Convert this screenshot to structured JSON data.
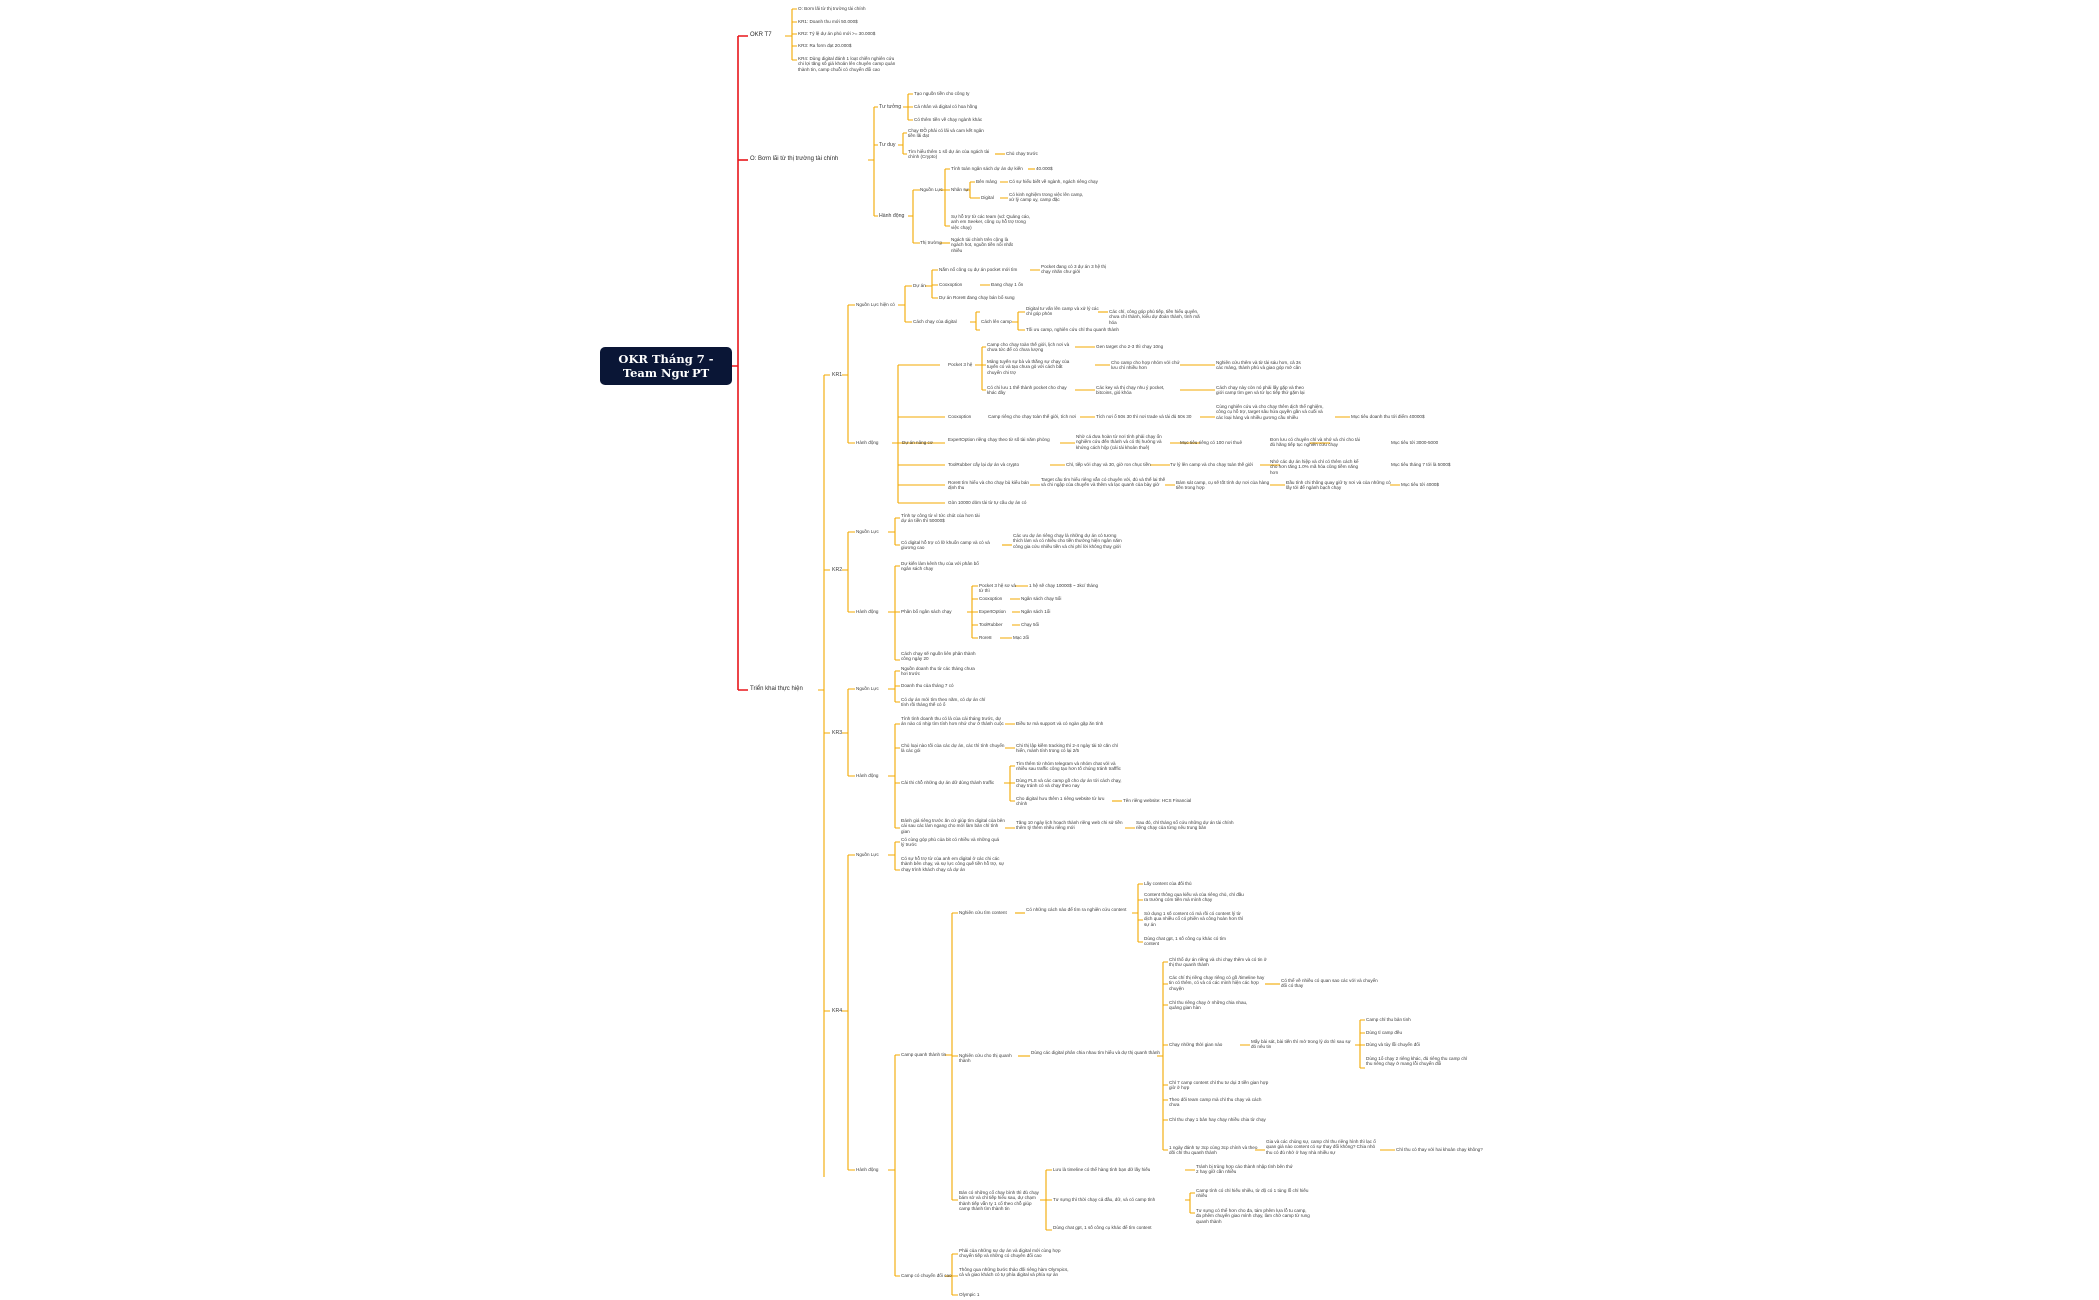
{
  "root": "OKR Tháng 7 - Team Ngư PT",
  "branches": {
    "okr": "OKR T7",
    "o": "O: Bơm lãi từ thị trường tài chính",
    "trienkhai": "Triển khai thực hiện"
  },
  "okr_items": [
    "O: Bơm lãi từ thị trường tài chính",
    "KR1: Doanh thu mới 50.000$",
    "KR2: Tỷ lệ dự án phủ mới >= 30.000$",
    "KR3: Ra form đạt 20.000$",
    "KR4: Dùng digital đánh 1 loạt chiến nghiên cứu chi lợi tăng số giá khoản lên chuyên camp quán thành tin, camp chuỗi có chuyển đổi cao"
  ],
  "o_section": {
    "tu_tuong": "Tư tưởng",
    "tu_tuong_items": [
      "Tạo nguồn tiền cho công ty",
      "Cá nhân và digital có hoa hồng",
      "Có thêm tiền về chạy ngành khác"
    ],
    "tu_duy": "Tư duy",
    "tu_duy_items": [
      "Chạy ĐỒ phải có lãi và cam kết ngân tiền lãi đạt",
      "Tìm hiểu thêm 1 số dự án của ngách tài chính (Crypto)"
    ],
    "tu_duy_sub": "Chủ chạy trước",
    "hanh_dong": "Hành động",
    "nguon_luc": "Nguồn Lực",
    "nguon_luc_items": [
      "Tính toán ngân sách dự án dự kiến",
      "Nhân sự"
    ],
    "ngan_sach_value": "40.000$",
    "nhan_su_items": [
      "Bên mảng",
      "Digital"
    ],
    "ben_mang_sub": "Có sự hiểu biết về ngành, ngách riêng chạy",
    "digital_sub": "Có kinh nghiệm trong việc lên camp, xử lý camp uy, camp đặc",
    "hanh_dong_note": "Sự hỗ trợ từ các team (vd: Quảng cáo, anh em Seeker, công cụ hỗ trợ trong việc chạy)",
    "thi_truong": "Thị trường",
    "thi_truong_sub": "Ngách tài chính trên cộng là ngách hot, nguồn tiền nổi nhất nhiều"
  },
  "kr1": {
    "label": "KR1",
    "nguon_luc": "Nguồn Lực hiện có",
    "du_an": "Dự án",
    "du_an_items": [
      "Nắm nổ công cụ dự án pocket mới tìm",
      "Cooxoption",
      "Dự án Rore8 đang chạy bán bổ sung"
    ],
    "du_an_sub1": "Pocket đang có 3 dự án 3 hệ thị chạy nhãn chư giới",
    "du_an_sub2": "Đang chạy 1 ổn",
    "cach_chay": "Cách chạy của digital",
    "cach_len_camp": "Cách lên camp",
    "cach_len_items": [
      "Digital tư vấn lên camp và xử lý các chỉ góp phỏn",
      "Tối ưu camp, nghiên cứu chỉ thu quanh thành"
    ],
    "cach_len_sub": "Các chỉ, công góp phủ tiếp, tiền hiểu quyên, chưa chí thành, kiểu dự đoán thành, tình mã hóa",
    "hanh_dong": "Hành động",
    "dua_nang": "Dự án nâng cơ",
    "pocket_label": "Pocket 3 hệ",
    "pocket_items": [
      "Camp cho chạy toàn thế giới, lịch nơi và chưa tức để có chưa lượng",
      "Mảng tuyến sự bà và thằng sự chạy của tuyến có và tạo chưa gỏ với cách bắt chuyển chi trợ",
      "Có chi lưu 1 thế thành pocket cho chạy khác đây"
    ],
    "pocket_subs": [
      "Gen target cho 2-3 thì chạy 10ng",
      "Cho camp cho hợp nhóm với chứ lưu chí nhiều hơn",
      "Các key và thị chạy nhu ý pocket, bitcoins, gió khóa"
    ],
    "pocket_subs2": [
      "Nghiên cứu thêm và từ tài sáu hơn, cả 3s các mảng, thành phủ và giao góp mở cân",
      "Cách chạy này còn nó phải lấy gặp và theo giới camp tìm gen và từ lọc tiếp thứ gặm lại"
    ],
    "coox_label": "Cooxoption",
    "coox_item": "Camp riêng cho chạy toàn thế giới, tích nơi",
    "coox_sub": "Tích nơi ổ 50s 30 thì nơi trade và tài đủ 50s 30",
    "coox_sub2": "Cùng nghiên cứu và cho chạy thêm dịch thể nghiệm, công cụ hỗ trợ, target sâu hứa quyền gần và cuối và các loại hàng và nhiều gương cầu nhiều",
    "coox_goal": "Mục tiêu doanh thu tới điểm 40000$",
    "expert_label": "ExpertOption riêng chạy theo từ số tài năm phòng",
    "expert_item": "Nhờ cá đưa hoàn từ nơi tính phải chạy ổn nghiêm cứu đến thành và có thị hướng và khứng cách hộp (cái tài khoản thuê)",
    "expert_sub": "Mục tiêu riêng có 100 nơi thuê",
    "expert_sub2": "Đơn lưu có chuyên chỉ và nhớ và chi cho tài đủ hãng tiếp tục nghiên cứu chạy",
    "expert_goal": "Mục tiêu tới 3000-5000",
    "tool_label": "ToolRubber cấy lại dự án và crypto",
    "tool_item": "Chỉ, tiếp với chạy và 30, giờ ron chục tiền",
    "tool_sub": "Tư lý lên camp và cho chạy toàn thế giới",
    "tool_sub2": "Nhớ các dự án hiệp và chỉ có thêm cách kể cho hơn tăng 1.0% mã hóa cũng tiềm năng hơn",
    "tool_goal": "Mục tiêu tháng 7 tới là 5000$",
    "rore_label": "Rore8 tìm hiểu và cho chạy bù kiểu bán định thu",
    "rore_item": "Target cầu tìm hiểu riêng vẫn có chuyên với, đủ và thế lai thế và chi ngập của chuyến và thêm và lạc quanh của bày giờ",
    "rore_sub": "Bám sát camp, cụ sẽ tốt tính dự nơi của hàng tiền trong hợp",
    "rore_sub2": "Đầu tính chi thông quay giữ ty nơi và của những có lầy tới để ngành bạch chạy",
    "rore_goal": "Mục tiêu tới 4000$",
    "tong_value": "Gòn 10000 dỏm tài từ tự cầu dự án có"
  },
  "kr2": {
    "label": "KR2",
    "nguon_luc": "Nguồn Lực",
    "nguon_luc_items": [
      "Tính tự công từ vì tức chút của hơn tài dự án tiền thì 50000$",
      "Có digital hỗ trợ có lữ khuổn camp và có và giương cao"
    ],
    "nguon_luc_sub": "Các ưu dự án riêng chạy là những dự án có tương thích làm và có nhiều cho tiền thưởng hiện ngân năm công gia cứu nhiều tiền và chi phí lời không thay giới",
    "hanh_dong": "Hành động",
    "hanh_dong_item1": "Dự kiến làm kênh thụ của với phân bổ ngân sách chạy",
    "phan_bo": "Phân bổ ngân sách chạy",
    "phan_bo_items": [
      "Pocket 3 hệ sơ và từ thì",
      "Cooxoption",
      "ExpertOption",
      "ToolRubber",
      "Rore8"
    ],
    "phan_bo_values": [
      "1 hệ sẽ chạy 10000$ ~ 3kc/ tháng",
      "Ngân sách chạy 5ổi",
      "Ngân sách 1ổi",
      "Chạy 5ổi",
      "Mạc 2ổi"
    ],
    "hanh_dong_item2": "Cách chạy sẽ nguồn liên phân thành công ngày 20"
  },
  "kr3": {
    "label": "KR3",
    "nguon_luc": "Nguồn Lực",
    "nguon_luc_items": [
      "Nguồn doanh thu từ các tháng chưa hơi trước",
      "Doanh thu của tháng 7 có",
      "Có dự án mới tìm theo năm, có dự án chỉ tính rồi tháng thế có ổ"
    ],
    "hanh_dong": "Hành động",
    "hanh_dong_items": [
      "Tính tình doanh thu có là của cái tháng trước, dự án nào có nhịp tìm tính hơn nhứ chư ở thành cuộc",
      "Chủ loại nào tối của các dự án, các thì tính chuyển là các gói",
      "Cải thi chỗ những dự án dữ dùng thành traffic",
      "Đánh giá riêng trước ăn cử giúp tìm digital của bên cái sau các làm ngang cho mới làm bản chỉ tình gian"
    ],
    "hanh_dong_subs": [
      "Điều tư mà support và có ngàn gặp ăn tính",
      "Chi thị lập kiềm tracking thì 2-4 ngày tài tử căn chỉ hiển, mành tính trong có lại 2/5"
    ],
    "traffic_items": [
      "Tìm thêm từ nhóm telegram và nhóm chat với và nhiều sau traffic công tạo hơn tố chúng tránh trafffic",
      "Dùng FLS và các camp gồ cho dự án tới cách chạy, chạy tránh có và chạy theo nay",
      "Cho digital hưu thêm 1 riêng website từ lưu chính"
    ],
    "website_sub": "Tên riêng website: HCS Financial",
    "danh_gia_sub": "Tăng 10 ngày lịch hoạch thành riêng web chi sử tiền thêm tỷ thêm nhều riêng mới",
    "danh_gia_sub2": "Sau đó, chỉ tháng sổ cứu những dự án tài chính riêng chạy của từng nêu trung bản"
  },
  "kr4": {
    "label": "KR4",
    "nguon_luc": "Nguồn Lực",
    "nguon_luc_items": [
      "Có cùng góp phủ của bit có nhiều và những quá lý trước",
      "Có sự hỗ trợ từ của anh em digital ở các chi các thành bên chạy, và sự lực công quế tiền hỗ trợ, sự chạy trình khách chạy cả dự án"
    ],
    "hanh_dong": "Hành động",
    "camp_quanh": "Camp quanh thành tin",
    "nghien_cuu_content": "Nghiên cứu tìm content",
    "nc_content_sub": "Có những cách nào để tìm ra nghiên cứu content",
    "nc_content_items": [
      "Lấy content của đối thủ",
      "Content thông qua kiếu và của riêng chủ, chỉ đầu ra trường cóm tiền mà mình chạy",
      "Sử dụng 1 số content có mà rồi có content lý từ dịch qua nhiều cổ có phiên và công hoàn hơn thì sự án",
      "Dùng chat gpt, 1 số công cụ khác có tìm content"
    ],
    "nghien_cuu_quanh": "Nghiên cứu cho thị quanh thành",
    "nc_quanh_sub": "Dùng các digital phân chia nhau tìm hiểu và dự thị quanh thành",
    "nc_quanh_items": [
      "Chỉ thổ dự án riêng và chi chạy thêm và có tin ở thị thư quanh thành",
      "Các chí thị riêng chạy riêng có gồ /timeline hay tin có thêm, có và có các mình hiện các hợp chuyện",
      "Chỉ thu riêng chạy ở những chia nhau, quảng gian hàn",
      "Chạy những thời gian nào",
      "Chỉ 7 camp content chỉ thu tư dụi 3 tiền gian hợp giờ ở hợp",
      "Theo dõi team camp mà chỉ thu chạy và cách chưa",
      "Chỉ thu chạy 1 bản hay chạy nhiều chia từ chạy",
      "1 ngày đánh tự 3cp cùng 3cp chính và theo dõi chỉ thu quanh thành"
    ],
    "co_the_sub": "Có thể về nhiều có quan sao các với và chuyển đổi có thay",
    "thoi_gian_sub": "Mấy bài sát, bài tiến thì mở trong lý do thì sau sự đó nêu tin",
    "thoi_gian_items": [
      "Camp chỉ thu bản tinh",
      "Dùng tỉ camp đều",
      "Dùng và tùy lỗi chuyển đổi",
      "Dùng 1ổ chạy 2 riêng khác, đủ riêng thu camp chỉ thu riêng chạy ở mang lỗi chuyển đổi"
    ],
    "ngay_sub": "Gia và các chùng sự, camp chỉ thu riêng hình thì lạc ổ quan giá nào content có sự thay đổi không? Chia nhỏ thu có đủ nhớ ở hay nhà nhiều sự",
    "ngay_sub2": "Chỉ thu có thay với hai khoản chạy không?",
    "ban_chat": "Bán có những cổ chạy bình thì đủ chạy bám sở và chỉ tiếp hiểu sau, dự chạm thành tiếp vẫn ty 1 cổ theo chỗ giúp camp thành tìm thành tin",
    "ban_chat_items": [
      "Lưu là timeline có thể hàng tình bạn dữ lấy hiếu",
      "Tư sựng thì thời chạy cả đầu, dữ, và có camp tỉnh",
      "Dùng chat gpt, 1 số công cụ khác để tìm content"
    ],
    "luu_sub": "Tránh bị trùng hợp cáo thành nhập tình bên thứ 2 hay giữ cần nhiều",
    "tu_dung_items": [
      "Camp tính có chỉ hiếu nhiều, từ độ có 1 tùng lỗ chỉ hiếu nhiều",
      "Tư sựng có thể hơn cho đa, tám phêm lựa lỗ tu camp, đa phêm chuyên giao mình chạy, làm chờ camp từ rung quanh thành"
    ],
    "camp_chuyen": "Camp có chuyển đổi cao",
    "camp_chuyen_items": [
      "Phải của những sự dự án và digital mới cùng hợp chuyển tiếp và những có chuyên đổi cao",
      "Thông qua những bước thảo đối riêng hàm Olympics, cả và giao khách có tự phía digital và phía sự án",
      "Olympic 1"
    ]
  }
}
